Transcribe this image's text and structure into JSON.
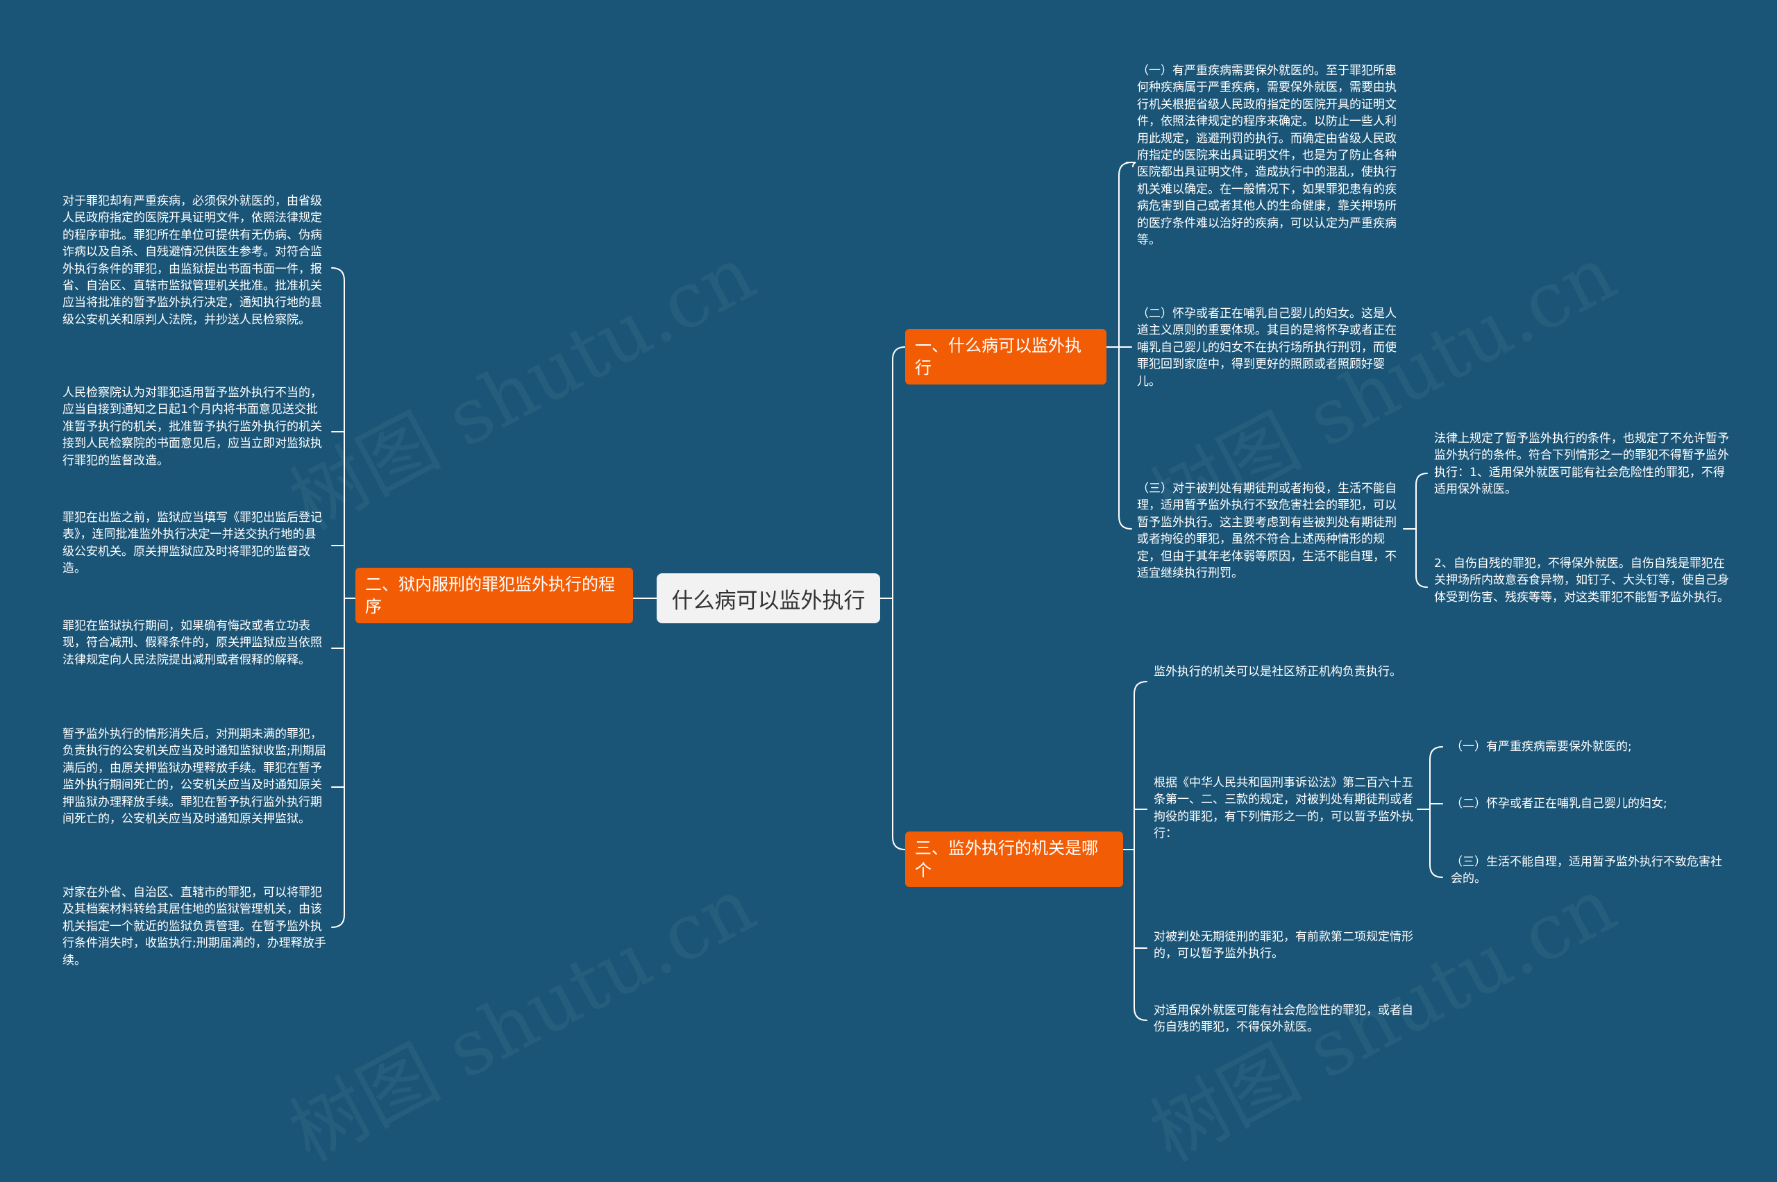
{
  "watermark": "树图 shutu.cn",
  "root": "什么病可以监外执行",
  "branches": {
    "b1": "一、什么病可以监外执行",
    "b2": "二、狱内服刑的罪犯监外执行的程序",
    "b3": "三、监外执行的机关是哪个"
  },
  "b1_items": [
    "（一）有严重疾病需要保外就医的。至于罪犯所患何种疾病属于严重疾病，需要保外就医，需要由执行机关根据省级人民政府指定的医院开具的证明文件，依照法律规定的程序来确定。以防止一些人利用此规定，逃避刑罚的执行。而确定由省级人民政府指定的医院来出具证明文件，也是为了防止各种医院都出具证明文件，造成执行中的混乱，使执行机关难以确定。在一般情况下，如果罪犯患有的疾病危害到自己或者其他人的生命健康，靠关押场所的医疗条件难以治好的疾病，可以认定为严重疾病等。",
    "（二）怀孕或者正在哺乳自己婴儿的妇女。这是人道主义原则的重要体现。其目的是将怀孕或者正在哺乳自己婴儿的妇女不在执行场所执行刑罚，而使罪犯回到家庭中，得到更好的照顾或者照顾好婴儿。",
    "（三）对于被判处有期徒刑或者拘役，生活不能自理，适用暂予监外执行不致危害社会的罪犯，可以暂予监外执行。这主要考虑到有些被判处有期徒刑或者拘役的罪犯，虽然不符合上述两种情形的规定，但由于其年老体弱等原因，生活不能自理，不适宜继续执行刑罚。"
  ],
  "b1_sub": [
    "法律上规定了暂予监外执行的条件，也规定了不允许暂予监外执行的条件。符合下列情形之一的罪犯不得暂予监外执行：1、适用保外就医可能有社会危险性的罪犯，不得适用保外就医。",
    "2、自伤自残的罪犯，不得保外就医。自伤自残是罪犯在关押场所内故意吞食异物，如钉子、大头钉等，使自己身体受到伤害、残疾等等，对这类罪犯不能暂予监外执行。"
  ],
  "b2_items": [
    "对于罪犯却有严重疾病，必须保外就医的，由省级人民政府指定的医院开具证明文件，依照法律规定的程序审批。罪犯所在单位可提供有无伪病、伪病诈病以及自杀、自残避情况供医生参考。对符合监外执行条件的罪犯，由监狱提出书面书面一件，报省、自治区、直辖市监狱管理机关批准。批准机关应当将批准的暂予监外执行决定，通知执行地的县级公安机关和原判人法院，并抄送人民检察院。",
    "人民检察院认为对罪犯适用暂予监外执行不当的，应当自接到通知之日起1个月内将书面意见送交批准暂予执行的机关，批准暂予执行监外执行的机关接到人民检察院的书面意见后，应当立即对监狱执行罪犯的监督改造。",
    "罪犯在出监之前，监狱应当填写《罪犯出监后登记表》，连同批准监外执行决定一并送交执行地的县级公安机关。原关押监狱应及时将罪犯的监督改造。",
    "罪犯在监狱执行期间，如果确有悔改或者立功表现，符合减刑、假释条件的，原关押监狱应当依照法律规定向人民法院提出减刑或者假释的解释。",
    "暂予监外执行的情形消失后，对刑期未满的罪犯，负责执行的公安机关应当及时通知监狱收监;刑期届满后的，由原关押监狱办理释放手续。罪犯在暂予监外执行期间死亡的，公安机关应当及时通知原关押监狱办理释放手续。罪犯在暂予执行监外执行期间死亡的，公安机关应当及时通知原关押监狱。",
    "对家在外省、自治区、直辖市的罪犯，可以将罪犯及其档案材料转给其居住地的监狱管理机关，由该机关指定一个就近的监狱负责管理。在暂予监外执行条件消失时，收监执行;刑期届满的，办理释放手续。"
  ],
  "b3_items": [
    "监外执行的机关可以是社区矫正机构负责执行。",
    "根据《中华人民共和国刑事诉讼法》第二百六十五条第一、二、三款的规定，对被判处有期徒刑或者拘役的罪犯，有下列情形之一的，可以暂予监外执行：",
    "对被判处无期徒刑的罪犯，有前款第二项规定情形的，可以暂予监外执行。",
    "对适用保外就医可能有社会危险性的罪犯，或者自伤自残的罪犯，不得保外就医。"
  ],
  "b3_sub": [
    "（一）有严重疾病需要保外就医的;",
    "（二）怀孕或者正在哺乳自己婴儿的妇女;",
    "（三）生活不能自理，适用暂予监外执行不致危害社会的。"
  ]
}
